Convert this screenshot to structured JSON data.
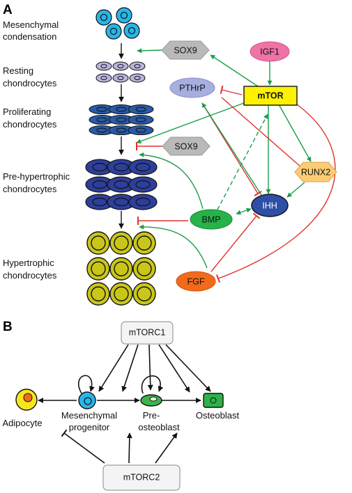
{
  "panel_a": {
    "letter": "A",
    "stages": [
      {
        "line1": "Mesenchymal",
        "line2": "condensation"
      },
      {
        "line1": "Resting",
        "line2": "chondrocytes"
      },
      {
        "line1": "Proliferating",
        "line2": "chondrocytes"
      },
      {
        "line1": "Pre-hypertrophic",
        "line2": "chondrocytes"
      },
      {
        "line1": "Hypertrophic",
        "line2": "chondrocytes"
      }
    ],
    "nodes": {
      "sox9_top": "SOX9",
      "igf1": "IGF1",
      "pthrp": "PTHrP",
      "mtor": "mTOR",
      "sox9_mid": "SOX9",
      "runx2": "RUNX2",
      "ihh": "IHH",
      "bmp": "BMP",
      "fgf": "FGF"
    }
  },
  "panel_b": {
    "letter": "B",
    "mtorc1": "mTORC1",
    "mtorc2": "mTORC2",
    "adipocyte": "Adipocyte",
    "progenitor_line1": "Mesenchymal",
    "progenitor_line2": "progenitor",
    "preosteo_line1": "Pre-",
    "preosteo_line2": "osteoblast",
    "osteoblast": "Osteoblast"
  },
  "colors": {
    "activation": "#1a9e4a",
    "inhibition": "#e0322b",
    "mesenchymal_cell": "#29b5e8",
    "resting_cell": "#b9b3dc",
    "proliferating_cell": "#2a5aa6",
    "prehypertrophic_cell": "#2e3f9a",
    "hypertrophic_cell": "#c9c61a",
    "sox9": "#b9b9b9",
    "igf1": "#ef73a6",
    "pthrp": "#a7aee0",
    "mtor": "#fff200",
    "runx2": "#fccb73",
    "ihh": "#2e4fa6",
    "bmp": "#27b24a",
    "fgf": "#f26a1b",
    "adipocyte": "#f5e61c",
    "preosteoblast": "#3cb54a",
    "osteoblast": "#2db24a"
  }
}
